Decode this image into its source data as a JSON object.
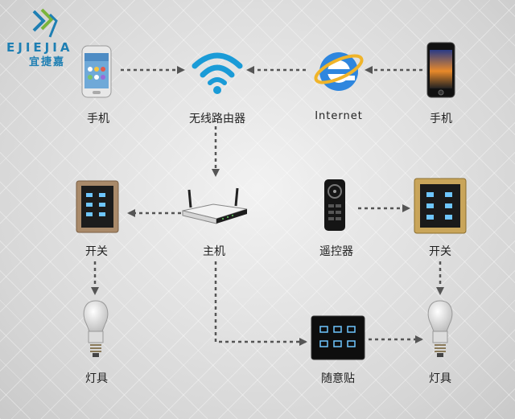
{
  "logo": {
    "brand_en": "EJIEJIA",
    "brand_cn": "宜捷嘉"
  },
  "nodes": {
    "phone_left": "手机",
    "router": "无线路由器",
    "internet": "Internet",
    "phone_right": "手机",
    "switch_left": "开关",
    "host": "主机",
    "remote": "遥控器",
    "switch_right": "开关",
    "bulb_left": "灯具",
    "sticker": "随意贴",
    "bulb_right": "灯具"
  },
  "colors": {
    "brand": "#1e7fb3",
    "arrow": "#555555",
    "wifi": "#1a9bd7"
  }
}
